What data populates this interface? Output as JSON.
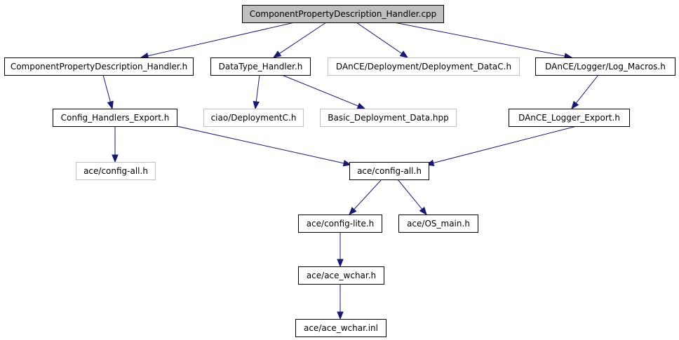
{
  "colors": {
    "edge": "#191970",
    "root_fill": "#bfbfbf",
    "normal_border": "#000000",
    "missing_border": "#bfbfbf",
    "missing_text": "#404040",
    "fill": "#ffffff"
  },
  "nodes": [
    {
      "id": "root",
      "label": "ComponentPropertyDescription_Handler.cpp",
      "kind": "root"
    },
    {
      "id": "cpdh_h",
      "label": "ComponentPropertyDescription_Handler.h",
      "kind": "normal"
    },
    {
      "id": "dth_h",
      "label": "DataType_Handler.h",
      "kind": "normal"
    },
    {
      "id": "deploy_datac",
      "label": "DAnCE/Deployment/Deployment_DataC.h",
      "kind": "missing"
    },
    {
      "id": "log_macros",
      "label": "DAnCE/Logger/Log_Macros.h",
      "kind": "normal"
    },
    {
      "id": "cfg_export",
      "label": "Config_Handlers_Export.h",
      "kind": "normal"
    },
    {
      "id": "ciao_deploy",
      "label": "ciao/DeploymentC.h",
      "kind": "missing"
    },
    {
      "id": "basic_deploy",
      "label": "Basic_Deployment_Data.hpp",
      "kind": "missing"
    },
    {
      "id": "dance_logger",
      "label": "DAnCE_Logger_Export.h",
      "kind": "normal"
    },
    {
      "id": "cfg_all_missing",
      "label": "ace/config-all.h",
      "kind": "missing"
    },
    {
      "id": "cfg_all",
      "label": "ace/config-all.h",
      "kind": "normal"
    },
    {
      "id": "cfg_lite",
      "label": "ace/config-lite.h",
      "kind": "normal"
    },
    {
      "id": "os_main",
      "label": "ace/OS_main.h",
      "kind": "normal"
    },
    {
      "id": "wchar_h",
      "label": "ace/ace_wchar.h",
      "kind": "normal"
    },
    {
      "id": "wchar_inl",
      "label": "ace/ace_wchar.inl",
      "kind": "normal"
    }
  ],
  "edges": [
    {
      "from": "root",
      "to": "cpdh_h"
    },
    {
      "from": "root",
      "to": "dth_h"
    },
    {
      "from": "root",
      "to": "deploy_datac"
    },
    {
      "from": "root",
      "to": "log_macros"
    },
    {
      "from": "cpdh_h",
      "to": "cfg_export"
    },
    {
      "from": "dth_h",
      "to": "ciao_deploy"
    },
    {
      "from": "dth_h",
      "to": "basic_deploy"
    },
    {
      "from": "log_macros",
      "to": "dance_logger"
    },
    {
      "from": "cfg_export",
      "to": "cfg_all_missing"
    },
    {
      "from": "cfg_export",
      "to": "cfg_all"
    },
    {
      "from": "dance_logger",
      "to": "cfg_all"
    },
    {
      "from": "cfg_all",
      "to": "cfg_lite"
    },
    {
      "from": "cfg_all",
      "to": "os_main"
    },
    {
      "from": "cfg_lite",
      "to": "wchar_h"
    },
    {
      "from": "wchar_h",
      "to": "wchar_inl"
    }
  ]
}
